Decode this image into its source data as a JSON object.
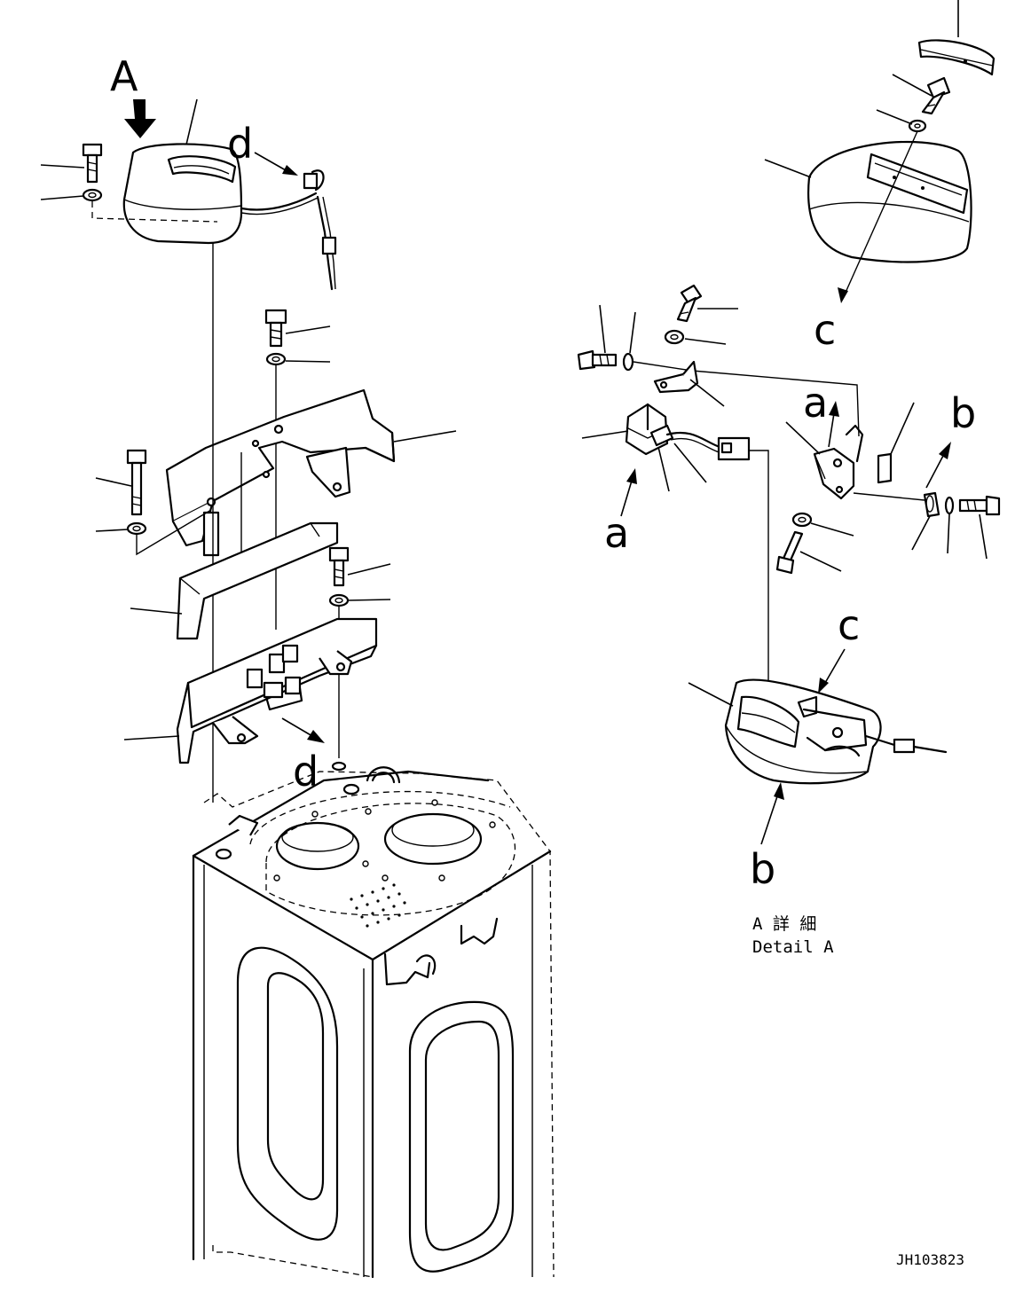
{
  "labels": {
    "view_a": "A",
    "a": "a",
    "b": "b",
    "c": "c",
    "d": "d"
  },
  "detail": {
    "jp": "A 詳 細",
    "en": "Detail A"
  },
  "drawing_id": "JH103823"
}
